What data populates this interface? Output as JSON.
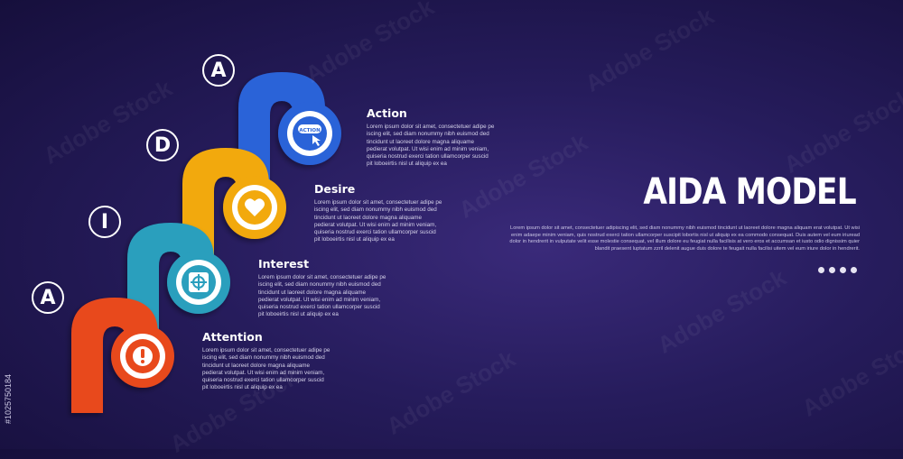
{
  "title": "AIDA MODEL",
  "description": "Lorem ipsum dolor sit amet, consectetuer adipiscing elit, sed diam nonummy nibh euismod tincidunt ut laoreet dolore magna aliquam erat volutpat. Ut wisi enim adaepe minim veniam, quis nostrud exerci tation ullamcorper suscipit lobortis nisl ut aliquip ex ea commodo consequat. Duis autem vel eum iriuread dolor in hendrerit in vulputate velit esse molestie consequat, vel illum dolore eu feugiat nulla facilisis at vero eros et accumsan et iusto odio dignissim quier blandit praesent luptatum zzril delenit augue duis dolore te feugait nulla facilisi uitem vel eum iriure dolor in hendrerit.",
  "steps": [
    {
      "letter": "A",
      "title": "Attention",
      "icon": "exclamation-icon",
      "color": "#e8491d",
      "text": "Lorem ipsum dolor sit amet, consectetuer adipe pe iscing elit, sed diam nonummy nibh euismod ded tincidunt ut laoreet dolore magna aliquame pedierat volutpat. Ut wisi enim ad minim veniam, quiseria nostrud exerci tation ullamcorper suscid pit loboeirtis nisl ut aliquip ex ea"
    },
    {
      "letter": "I",
      "title": "Interest",
      "icon": "target-icon",
      "color": "#2a9fbd",
      "text": "Lorem ipsum dolor sit amet, consectetuer adipe pe iscing elit, sed diam nonummy nibh euismod ded tincidunt ut laoreet dolore magna aliquame pedierat volutpat. Ut wisi enim ad minim veniam, quiseria nostrud exerci tation ullamcorper suscid pit loboeirtis nisl ut aliquip ex ea"
    },
    {
      "letter": "D",
      "title": "Desire",
      "icon": "heart-icon",
      "color": "#f2a90f",
      "text": "Lorem ipsum dolor sit amet, consectetuer adipe pe iscing elit, sed diam nonummy nibh euismod ded tincidunt ut laoreet dolore magna aliquame pedierat volutpat. Ut wisi enim ad minim veniam, quiseria nostrud exerci tation ullamcorper suscid pit loboeirtis nisl ut aliquip ex ea"
    },
    {
      "letter": "A",
      "title": "Action",
      "icon": "action-button-icon",
      "icon_label": "ACTION",
      "color": "#2a63d8",
      "text": "Lorem ipsum dolor sit amet, consectetuer adipe pe iscing elit, sed diam nonummy nibh euismod ded tincidunt ut laoreet dolore magna aliquame pedierat volutpat. Ut wisi enim ad minim veniam, quiseria nostrud exerci tation ullamcorper suscid pit loboeirtis nisl ut aliquip ex ea"
    }
  ],
  "watermark_text": "Adobe Stock",
  "stock_id": "#1025750184",
  "colors": {
    "background": "#261c5c",
    "text_muted": "#d6d3ea"
  }
}
